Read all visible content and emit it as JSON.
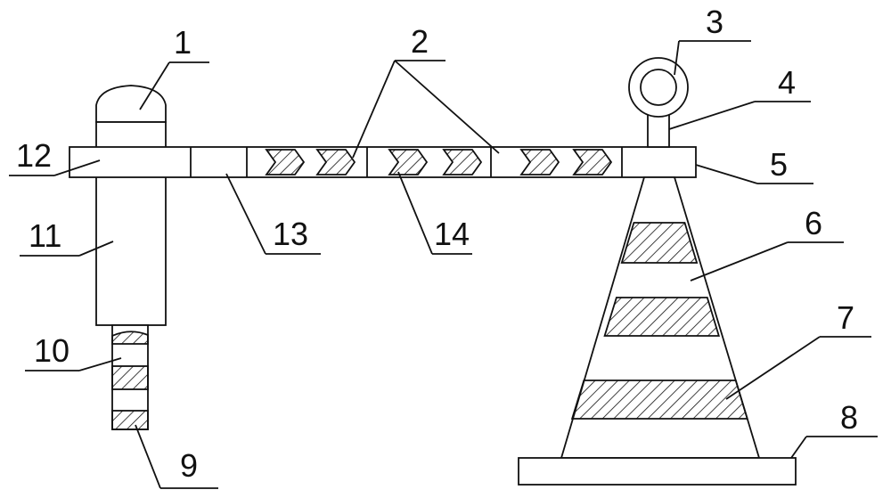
{
  "labels": {
    "l1": "1",
    "l2": "2",
    "l3": "3",
    "l4": "4",
    "l5": "5",
    "l6": "6",
    "l7": "7",
    "l8": "8",
    "l9": "9",
    "l10": "10",
    "l11": "11",
    "l12": "12",
    "l13": "13",
    "l14": "14"
  },
  "colors": {
    "stroke": "#111111",
    "background": "#ffffff"
  }
}
